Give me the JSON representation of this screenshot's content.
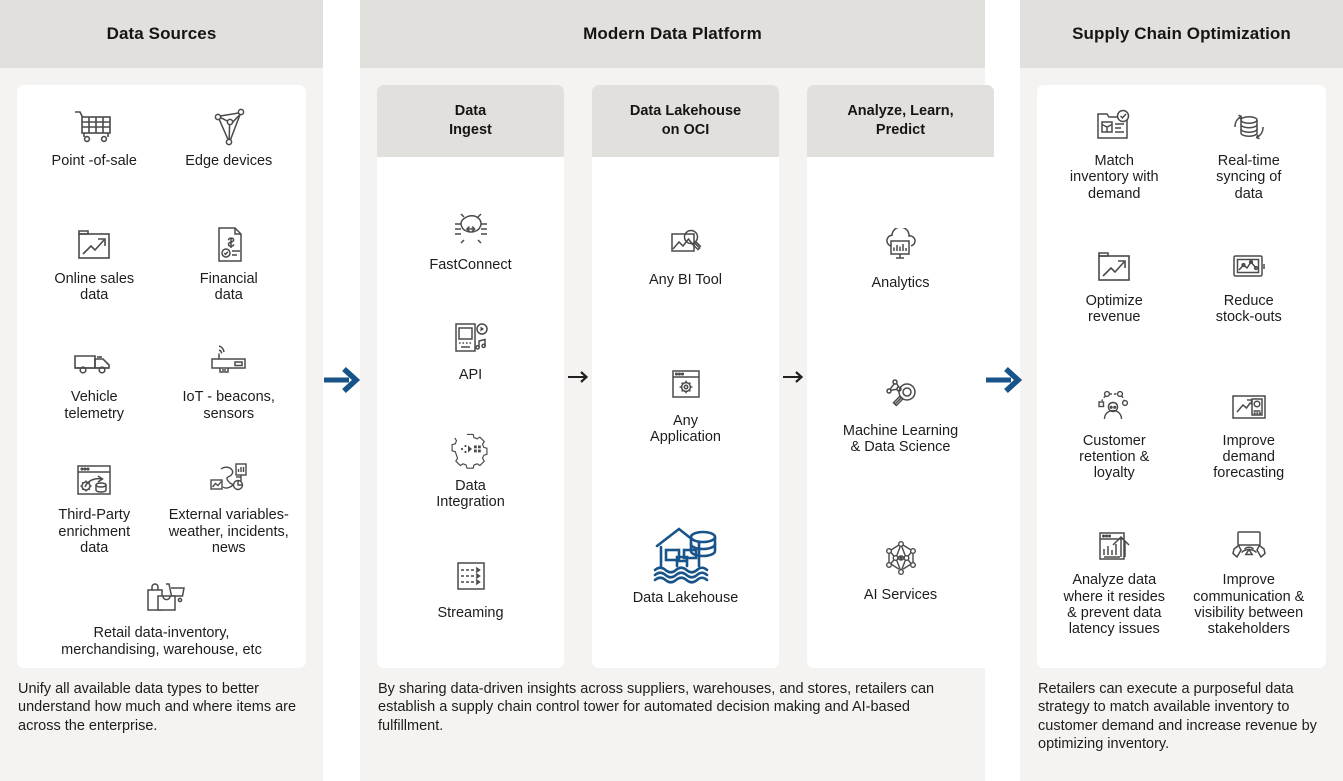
{
  "accent_blue": "#18548a",
  "icon_gray": "#4a4a48",
  "header_bg": "#e2e0dc",
  "column_bg": "#f4f3f1",
  "columns": {
    "sources": {
      "title": "Data Sources",
      "items": [
        {
          "icon": "shopping-cart-icon",
          "label": "Point -of-sale"
        },
        {
          "icon": "edge-network-icon",
          "label": "Edge devices"
        },
        {
          "icon": "online-sales-chart-icon",
          "label": "Online sales\ndata"
        },
        {
          "icon": "financial-document-icon",
          "label": "Financial\ndata"
        },
        {
          "icon": "delivery-truck-icon",
          "label": "Vehicle\ntelemetry"
        },
        {
          "icon": "iot-sensor-icon",
          "label": "IoT - beacons,\nsensors"
        },
        {
          "icon": "third-party-data-icon",
          "label": "Third-Party\nenrichment\ndata"
        },
        {
          "icon": "external-variables-icon",
          "label": "External variables-\nweather, incidents,\nnews"
        },
        {
          "icon": "retail-inventory-icon",
          "label": "Retail data-inventory,\nmerchandising, warehouse, etc"
        }
      ],
      "caption": "Unify all available data types to better understand how much and where items are across the enterprise."
    },
    "platform": {
      "title": "Modern Data Platform",
      "panels": [
        {
          "title": "Data\nIngest",
          "items": [
            {
              "icon": "fastconnect-icon",
              "label": "FastConnect"
            },
            {
              "icon": "api-device-icon",
              "label": "API"
            },
            {
              "icon": "data-integration-gear-icon",
              "label": "Data\nIntegration"
            },
            {
              "icon": "streaming-icon",
              "label": "Streaming"
            }
          ]
        },
        {
          "title": "Data Lakehouse\non OCI",
          "items": [
            {
              "icon": "bi-tool-icon",
              "label": "Any BI Tool"
            },
            {
              "icon": "any-application-icon",
              "label": "Any\nApplication"
            },
            {
              "icon": "data-lakehouse-icon",
              "label": "Data Lakehouse",
              "accent": true
            }
          ]
        },
        {
          "title": "Analyze, Learn,\nPredict",
          "items": [
            {
              "icon": "analytics-cloud-icon",
              "label": "Analytics"
            },
            {
              "icon": "machine-learning-icon",
              "label": "Machine Learning\n& Data Science"
            },
            {
              "icon": "ai-services-icon",
              "label": "AI Services"
            }
          ]
        }
      ],
      "caption": "By sharing data-driven insights across suppliers, warehouses, and stores, retailers can establish a supply chain control tower for automated decision making and AI-based fulfillment."
    },
    "supply": {
      "title": "Supply Chain Optimization",
      "items": [
        {
          "icon": "match-inventory-icon",
          "label": "Match\ninventory with\ndemand"
        },
        {
          "icon": "realtime-sync-icon",
          "label": "Real-time\nsyncing of\ndata"
        },
        {
          "icon": "optimize-revenue-icon",
          "label": "Optimize\nrevenue"
        },
        {
          "icon": "reduce-stockouts-icon",
          "label": "Reduce\nstock-outs"
        },
        {
          "icon": "customer-retention-icon",
          "label": "Customer\nretention &\nloyalty"
        },
        {
          "icon": "demand-forecasting-icon",
          "label": "Improve\ndemand\nforecasting"
        },
        {
          "icon": "analyze-data-icon",
          "label": "Analyze data\nwhere it resides\n& prevent data\nlatency issues"
        },
        {
          "icon": "communication-icon",
          "label": "Improve\ncommunication &\nvisibility between\nstakeholders"
        }
      ],
      "caption": "Retailers can execute a purposeful data strategy to match available inventory to customer demand and increase revenue by optimizing inventory."
    }
  },
  "arrows": {
    "big_1": "arrow-right-blue",
    "big_2": "arrow-right-blue",
    "mini_1": "arrow-right-small",
    "mini_2": "arrow-right-small"
  }
}
